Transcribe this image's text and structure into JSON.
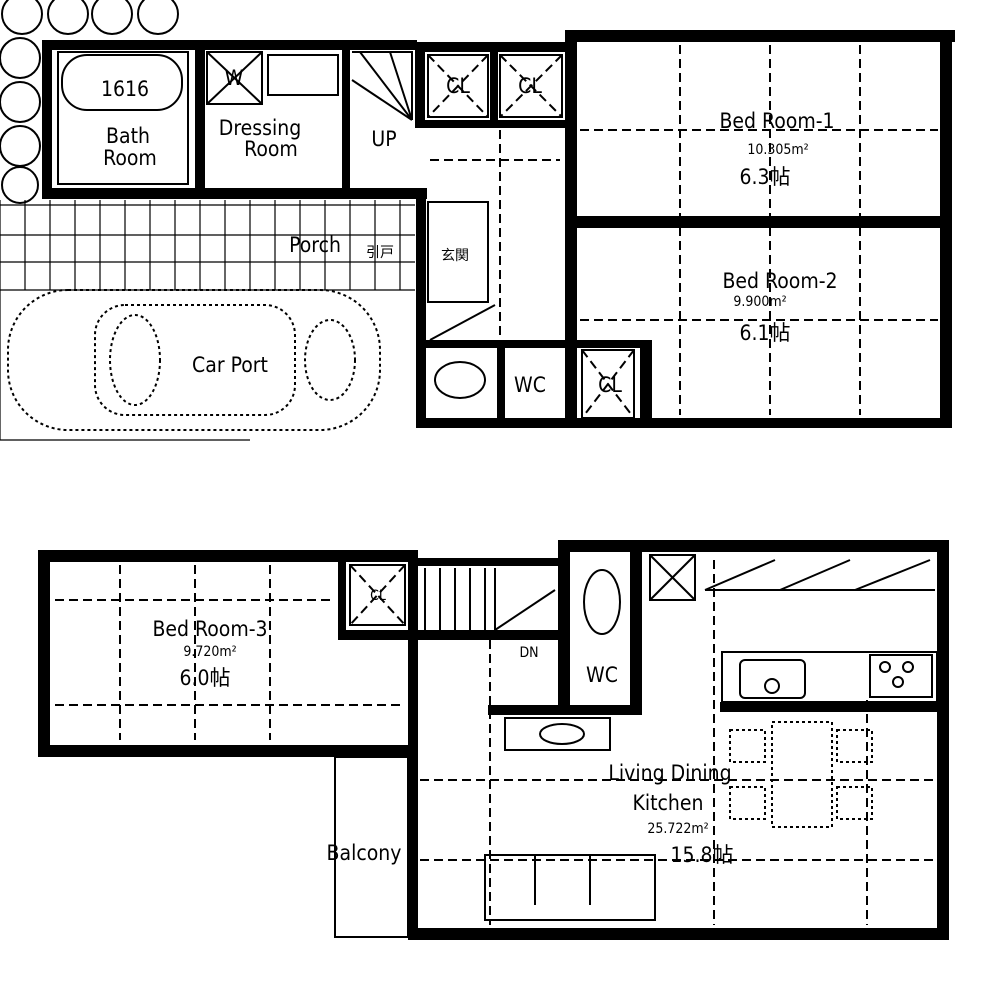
{
  "floor1": {
    "bathtub_size": "1616",
    "bath_room": [
      "Bath",
      "Room"
    ],
    "dressing_room": [
      "Dressing",
      "Room"
    ],
    "washer": "W",
    "stairs": "UP",
    "closet_1": "CL",
    "closet_2": "CL",
    "porch": "Porch",
    "sliding_door": "引戸",
    "entrance": "玄関",
    "car_port": "Car Port",
    "wc": "WC",
    "closet_3": "CL",
    "bed_room_1": {
      "name": "Bed Room-1",
      "area": "10.305m²",
      "tatami": "6.3帖"
    },
    "bed_room_2": {
      "name": "Bed Room-2",
      "area": "9.900m²",
      "tatami": "6.1帖"
    }
  },
  "floor2": {
    "bed_room_3": {
      "name": "Bed Room-3",
      "area": "9.720m²",
      "tatami": "6.0帖"
    },
    "closet": "CL",
    "stairs": "DN",
    "wc": "WC",
    "ldk": {
      "name_line1": "Living Dining",
      "name_line2": "Kitchen",
      "area": "25.722m²",
      "tatami": "15.8帖"
    },
    "balcony": "Balcony"
  }
}
